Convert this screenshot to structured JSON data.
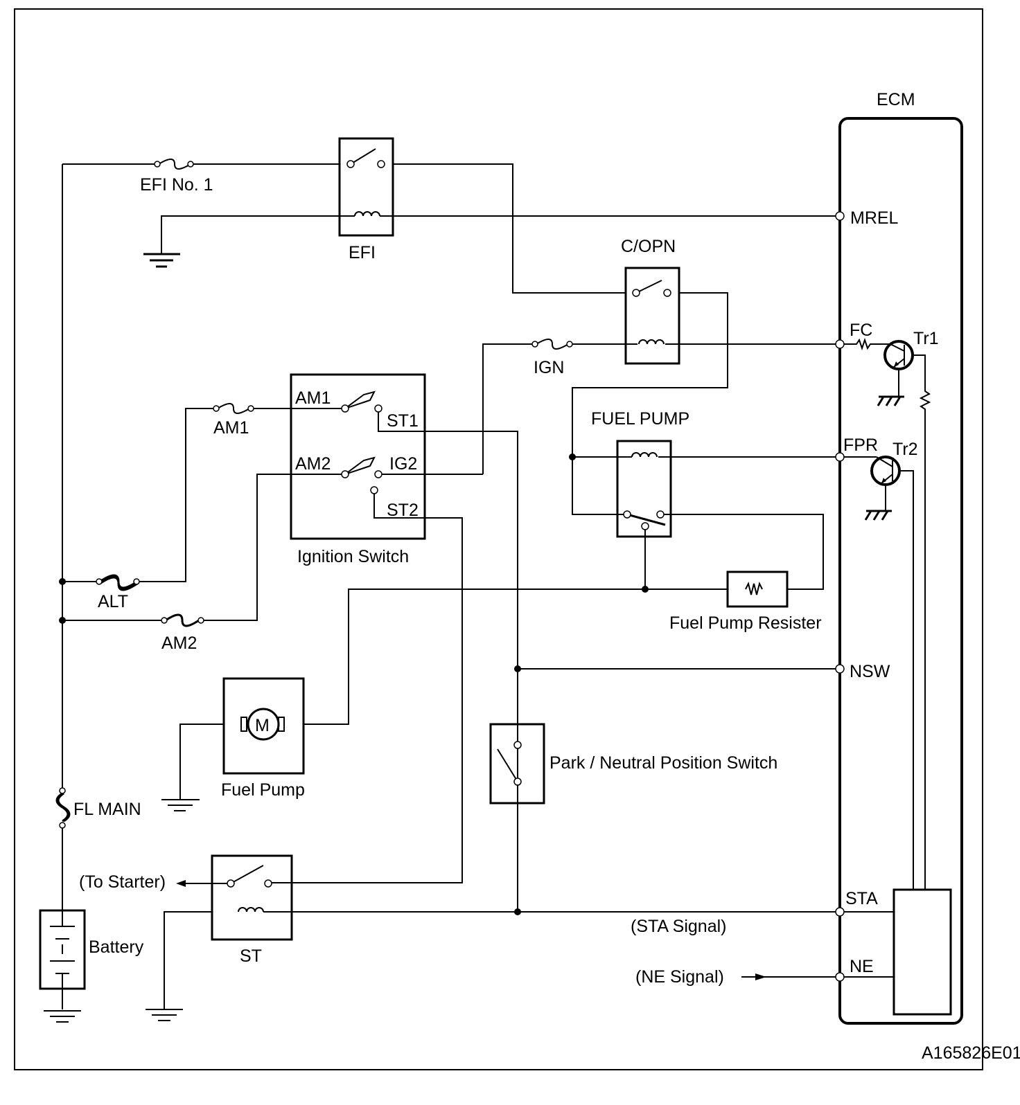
{
  "title": "",
  "labels": {
    "ecm": "ECM",
    "efi_no1": "EFI No. 1",
    "efi": "EFI",
    "mrel": "MREL",
    "copn": "C/OPN",
    "fc": "FC",
    "tr1": "Tr1",
    "ign": "IGN",
    "am1_sw": "AM1",
    "st1": "ST1",
    "am1_fuse": "AM1",
    "fuel_pump_relay": "FUEL PUMP",
    "fpr": "FPR",
    "tr2": "Tr2",
    "am2_sw": "AM2",
    "ig2": "IG2",
    "st2": "ST2",
    "ignition_switch": "Ignition Switch",
    "alt": "ALT",
    "am2_fuse": "AM2",
    "fuel_pump_resister": "Fuel Pump Resister",
    "nsw": "NSW",
    "motor": "M",
    "fuel_pump": "Fuel Pump",
    "park_neutral": "Park / Neutral Position Switch",
    "fl_main": "FL MAIN",
    "to_starter": "(To Starter)",
    "sta": "STA",
    "sta_signal": "(STA Signal)",
    "battery": "Battery",
    "st": "ST",
    "ne": "NE",
    "ne_signal": "(NE Signal)",
    "figure_code": "A165826E01"
  }
}
